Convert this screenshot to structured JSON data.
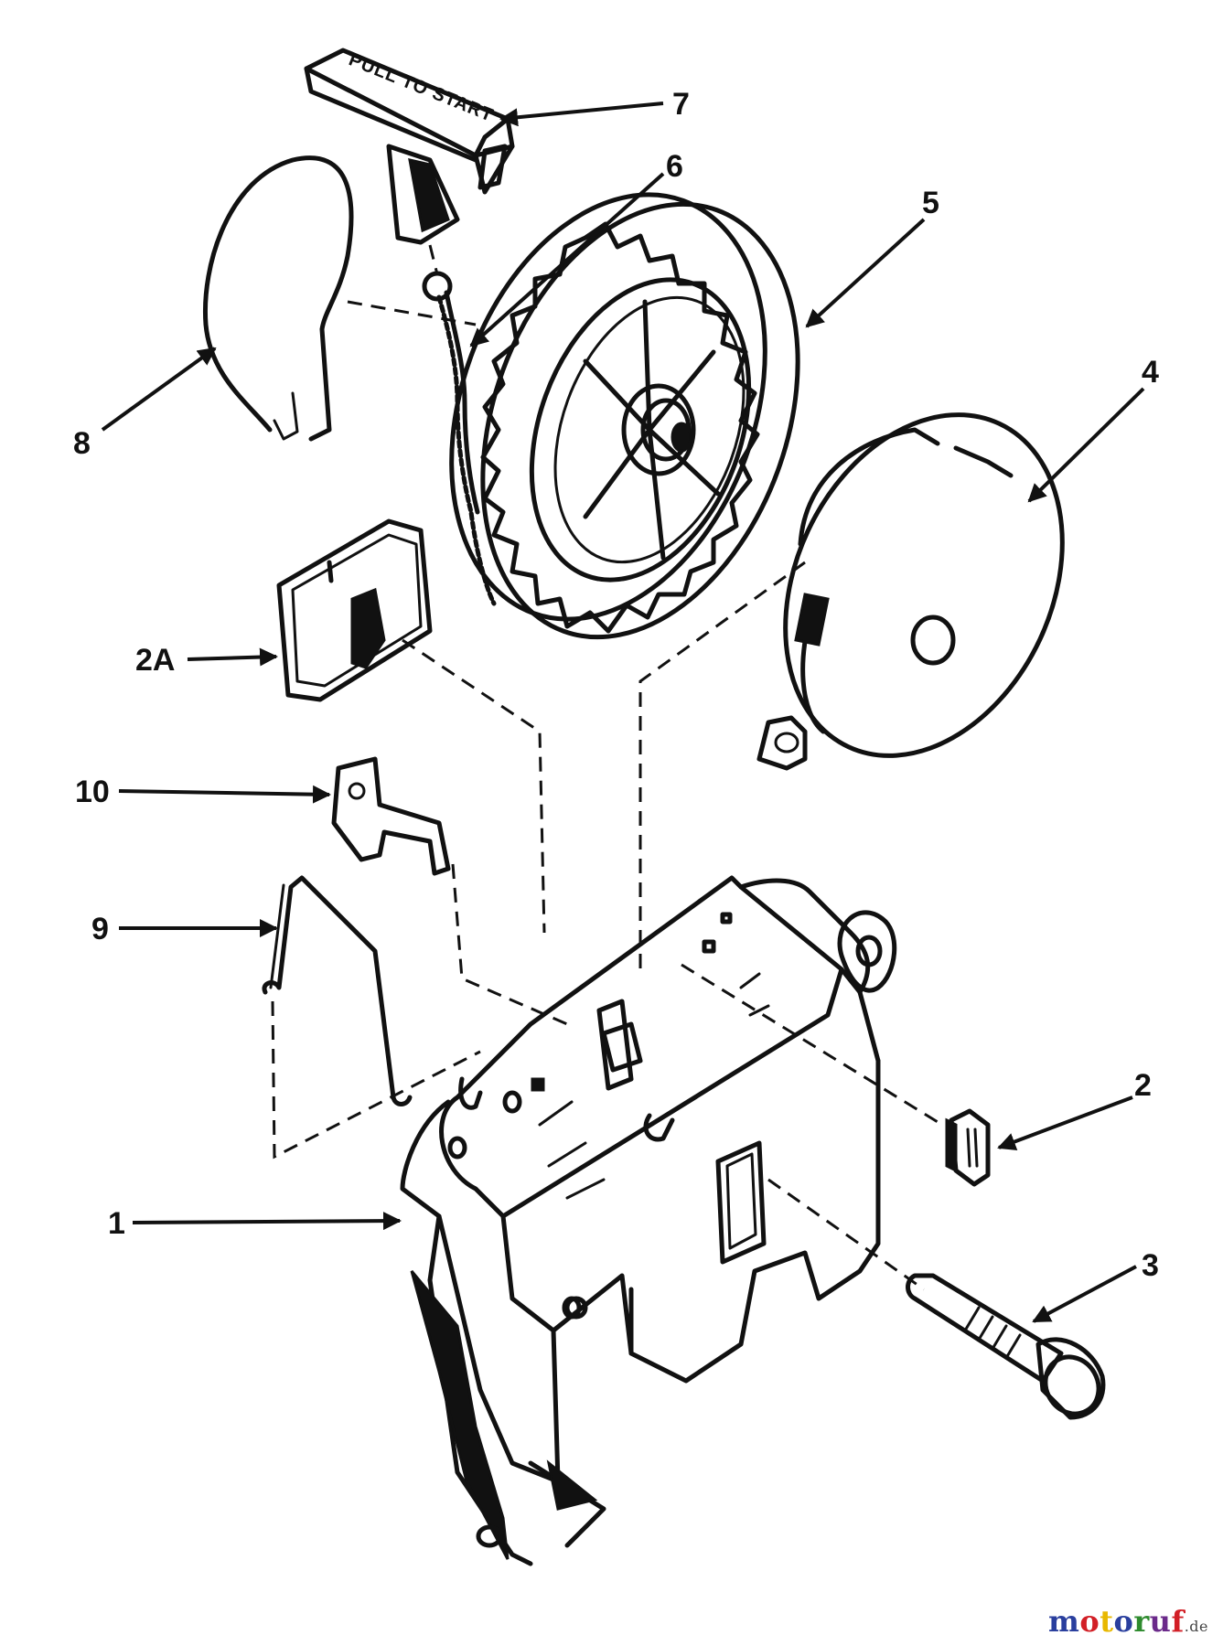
{
  "diagram": {
    "handle_text": "PULL TO START",
    "callouts": [
      {
        "id": "7",
        "label": "7"
      },
      {
        "id": "6",
        "label": "6"
      },
      {
        "id": "5",
        "label": "5"
      },
      {
        "id": "4",
        "label": "4"
      },
      {
        "id": "8",
        "label": "8"
      },
      {
        "id": "2A",
        "label": "2A"
      },
      {
        "id": "10",
        "label": "10"
      },
      {
        "id": "9",
        "label": "9"
      },
      {
        "id": "2",
        "label": "2"
      },
      {
        "id": "1",
        "label": "1"
      },
      {
        "id": "3",
        "label": "3"
      }
    ]
  },
  "watermark": {
    "brand_m": "m",
    "brand_o1": "o",
    "brand_t": "t",
    "brand_o2": "o",
    "brand_r": "r",
    "brand_u": "u",
    "brand_f": "f",
    "suffix": ".de",
    "colors": {
      "blue": "#2a3f9e",
      "red": "#d21f26",
      "yellow": "#e8b800",
      "green": "#2e8b2e",
      "purple": "#6b2a8a"
    }
  }
}
